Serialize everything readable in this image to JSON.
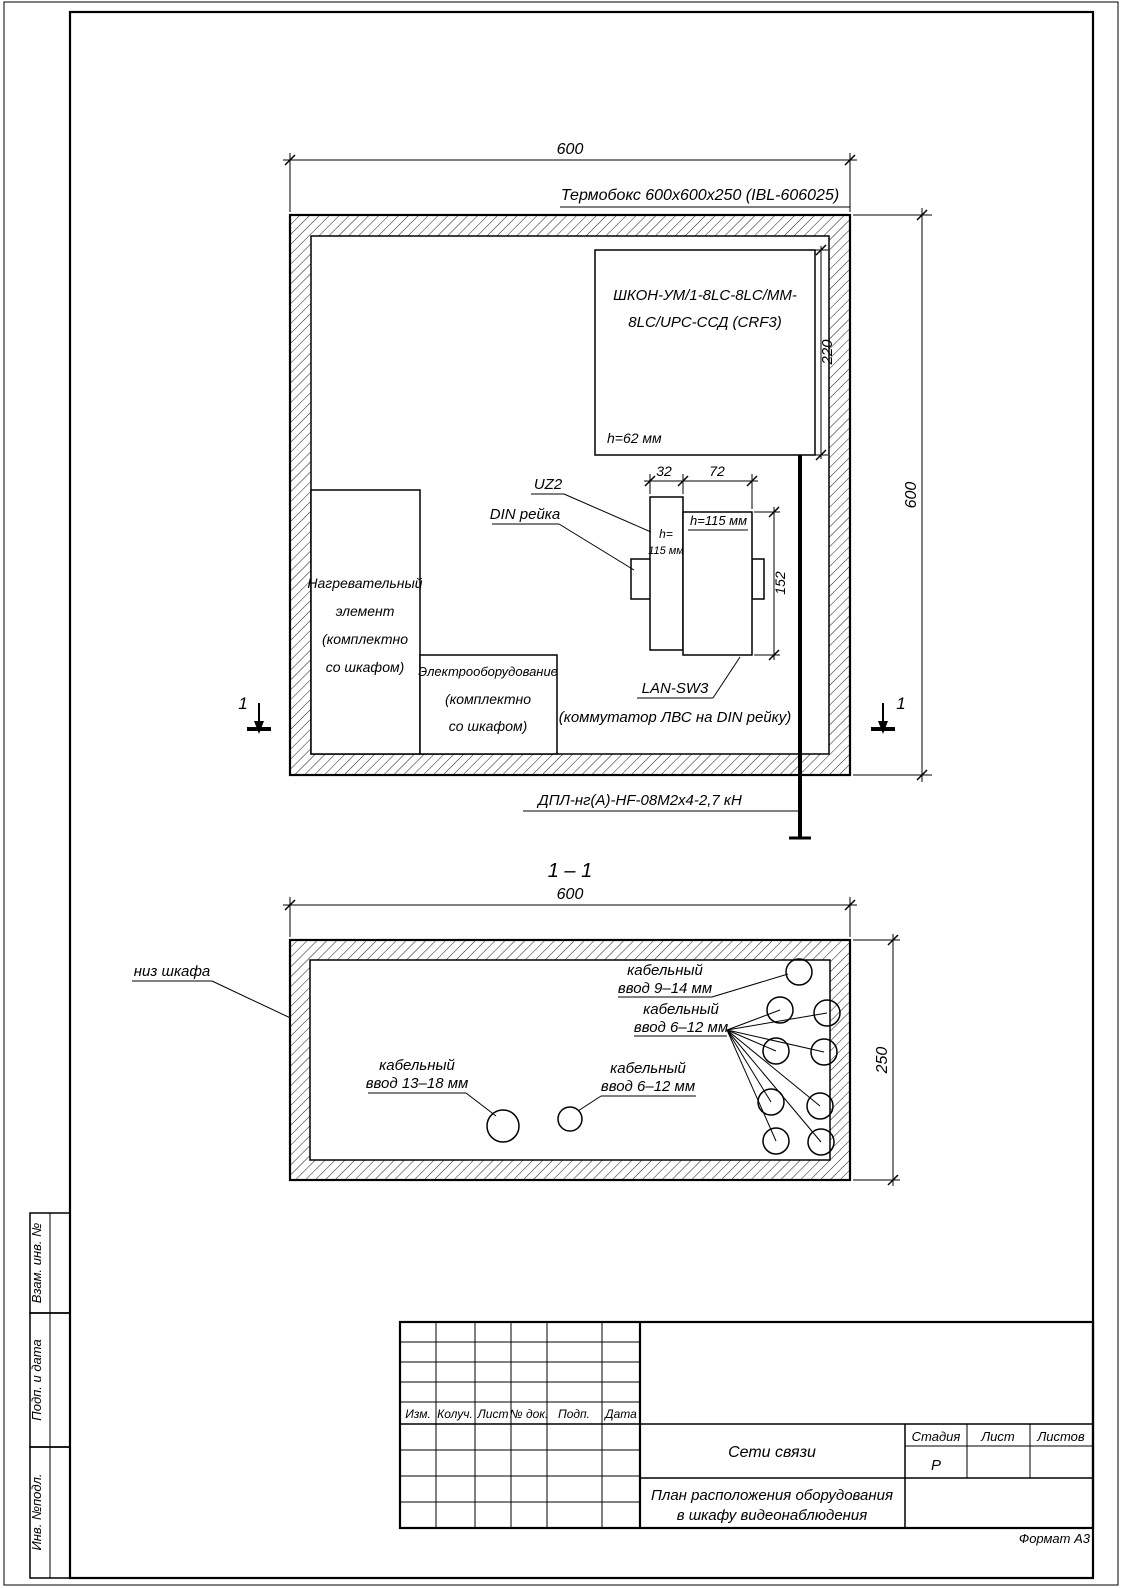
{
  "sheet": {
    "format_label": "Формат А3"
  },
  "plan": {
    "box_label": "Термобокс 600x600x250 (IBL-606025)",
    "dim_top": "600",
    "dim_right": "600",
    "shkon_line1": "ШКОН-УМ/1-8LC-8LC/ММ-",
    "shkon_line2": "8LC/UPC-ССД (CRF3)",
    "shkon_h": "h=62 мм",
    "shkon_dim": "220",
    "uz2": "UZ2",
    "din": "DIN рейка",
    "dim32": "32",
    "dim72": "72",
    "dim152": "152",
    "h115": "h=115 мм",
    "h115_small_1": "h=",
    "h115_small_2": "115 мм",
    "heater": [
      "Нагревательный",
      "элемент",
      "(комплектно",
      "со шкафом)"
    ],
    "electro": [
      "Электрооборудование",
      "(комплектно",
      "со шкафом)"
    ],
    "lan": "LAN-SW3",
    "lan_sub": "(коммутатор ЛВС на DIN рейку)",
    "cable": "ДПЛ-нг(А)-HF-08М2х4-2,7 кН",
    "section_mark": "1"
  },
  "section": {
    "title": "1 – 1",
    "dim_top": "600",
    "dim_right": "250",
    "bottom": "низ шкафа",
    "entry_9_14": [
      "кабельный",
      "ввод 9–14 мм"
    ],
    "entry_6_12_a": [
      "кабельный",
      "ввод 6–12 мм"
    ],
    "entry_13_18": [
      "кабельный",
      "ввод 13–18 мм"
    ],
    "entry_6_12_b": [
      "кабельный",
      "ввод 6–12 мм"
    ]
  },
  "titleblock": {
    "col_headers": [
      "Изм.",
      "Колуч.",
      "Лист",
      "№ док.",
      "Подп.",
      "Дата"
    ],
    "project": "Сети связи",
    "stage_h": "Стадия",
    "sheet_h": "Лист",
    "sheets_h": "Листов",
    "stage_v": "Р",
    "title1": "План расположения оборудования",
    "title2": "в шкафу видеонаблюдения"
  },
  "margin": {
    "labels": [
      "Взам. инв. №",
      "Подп. и дата",
      "Инв. №подл."
    ]
  }
}
